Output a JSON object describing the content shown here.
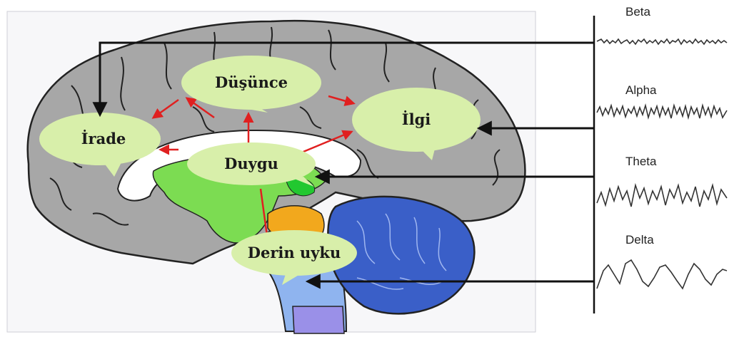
{
  "bubbles": {
    "dusunce": "Düşünce",
    "irade": "İrade",
    "ilgi": "İlgi",
    "duygu": "Duygu",
    "derin_uyku": "Derin uyku"
  },
  "waves": {
    "beta": "Beta",
    "alpha": "Alpha",
    "theta": "Theta",
    "delta": "Delta"
  },
  "colors": {
    "cortex": "#a7a7a7",
    "limbic": "#7cdc52",
    "cerebellum": "#3a5fc8",
    "brainstem": "#8fb4ef",
    "pituitary": "#f2a81d",
    "bubble": "#d8efaa",
    "arrow_red": "#e02020",
    "arrow_black": "#111111"
  }
}
